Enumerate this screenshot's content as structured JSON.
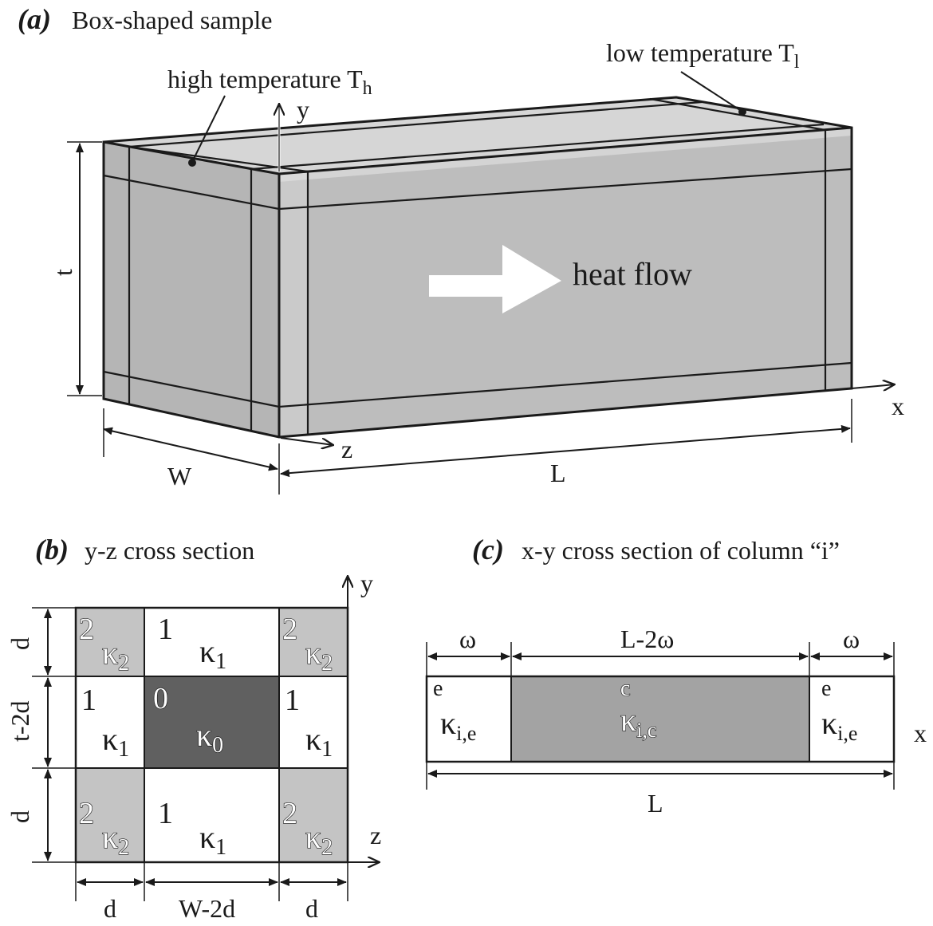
{
  "panel_a": {
    "letter": "(a)",
    "title": "Box-shaped sample",
    "high_temp_label": "high temperature T",
    "high_temp_sub": "h",
    "low_temp_label": "low temperature T",
    "low_temp_sub": "l",
    "heat_flow": "heat flow",
    "axis_x": "x",
    "axis_y": "y",
    "axis_z": "z",
    "dim_t": "t",
    "dim_w": "W",
    "dim_l": "L"
  },
  "panel_b": {
    "letter": "(b)",
    "title": "y-z cross section",
    "axis_y": "y",
    "axis_z": "z",
    "dim_d": "d",
    "dim_t2d": "t-2d",
    "dim_w2d": "W-2d",
    "kappa": "κ",
    "sub_0": "0",
    "sub_1": "1",
    "sub_2": "2",
    "region_0": "0",
    "region_1": "1",
    "region_2": "2"
  },
  "panel_c": {
    "letter": "(c)",
    "title": "x-y cross section of column “i”",
    "axis_x": "x",
    "dim_omega": "ω",
    "dim_l2omega": "L-2ω",
    "dim_l": "L",
    "region_e": "e",
    "region_c": "c",
    "kappa": "κ",
    "sub_ie": "i,e",
    "sub_ic": "i,c"
  },
  "colors": {
    "front_face": "#bdbdbd",
    "top_face": "#d6d6d6",
    "side_face": "#b3b3b3",
    "corner_gray": "#c4c4c4",
    "core_dark": "#606060",
    "core_c": "#a3a3a3",
    "line": "#1a1a1a"
  }
}
